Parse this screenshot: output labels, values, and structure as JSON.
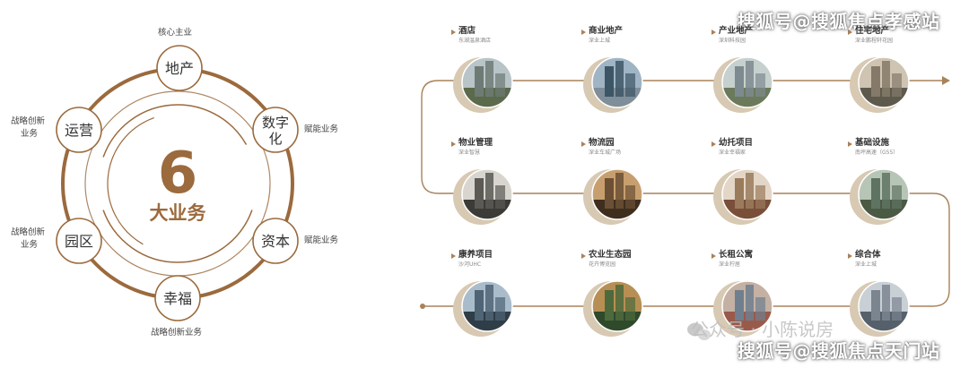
{
  "watermarks": {
    "top": "搜狐号@搜狐焦点孝感站",
    "middle": "公众号 · 小陈说房",
    "bottom": "搜狐号@搜狐焦点天门站"
  },
  "colors": {
    "brown": "#9b6a3d",
    "gold": "#b8976f",
    "line": "#a8825a",
    "tan": "#d8c9b3"
  },
  "wheel": {
    "number": "6",
    "caption": "大业务",
    "sectors": [
      {
        "name": "地产",
        "tag": "核心主业",
        "bubble": [
          200,
          76
        ],
        "tagpos": "top"
      },
      {
        "name": "数字化",
        "tag": "赋能业务",
        "bubble": [
          307,
          145
        ],
        "tagpos": "right"
      },
      {
        "name": "资本",
        "tag": "赋能业务",
        "bubble": [
          307,
          269
        ],
        "tagpos": "right"
      },
      {
        "name": "幸福",
        "tag": "战略创新业务",
        "bubble": [
          198,
          333
        ],
        "tagpos": "bottom"
      },
      {
        "name": "园区",
        "tag": "战略创新业务",
        "bubble": [
          88,
          269
        ],
        "tagpos": "left"
      },
      {
        "name": "运营",
        "tag": "战略创新业务",
        "bubble": [
          88,
          145
        ],
        "tagpos": "left"
      }
    ]
  },
  "timeline": {
    "rows": [
      [
        {
          "title": "酒店",
          "sub": "东湖温泉酒店",
          "icon": "hotel-photo-icon"
        },
        {
          "title": "商业地产",
          "sub": "深业上城",
          "icon": "skyscraper-photo-icon"
        },
        {
          "title": "产业地产",
          "sub": "深圳科技园",
          "icon": "industrial-park-photo-icon"
        },
        {
          "title": "住宅地产",
          "sub": "深业鹏程轩花园",
          "icon": "residential-tower-photo-icon"
        }
      ],
      [
        {
          "title": "物业管理",
          "sub": "深业智慧",
          "icon": "property-building-photo-icon"
        },
        {
          "title": "物流园",
          "sub": "深业车城广场",
          "icon": "logistics-interior-photo-icon"
        },
        {
          "title": "幼托项目",
          "sub": "深业幸福家",
          "icon": "kindergarten-photo-icon"
        },
        {
          "title": "基础设施",
          "sub": "南坪高速（G55）",
          "icon": "highway-photo-icon"
        }
      ],
      [
        {
          "title": "康养项目",
          "sub": "沙河UHC",
          "icon": "healthcare-building-photo-icon"
        },
        {
          "title": "农业生态园",
          "sub": "花卉博览园",
          "icon": "eco-garden-photo-icon"
        },
        {
          "title": "长租公寓",
          "sub": "深业柠居",
          "icon": "apartment-photo-icon"
        },
        {
          "title": "综合体",
          "sub": "深业上城",
          "icon": "complex-photo-icon"
        }
      ]
    ]
  }
}
